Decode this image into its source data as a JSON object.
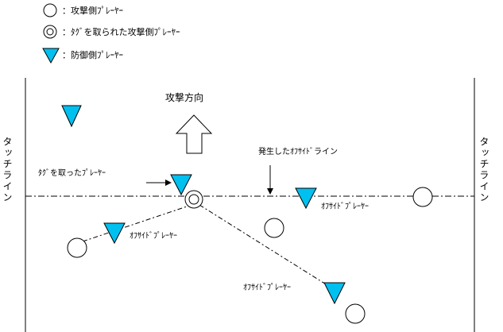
{
  "legend": {
    "attacker": "：攻撃側ﾌﾟﾚｰﾔｰ",
    "tagged_attacker": "：ﾀｸﾞを取られた攻撃側ﾌﾟﾚｰﾔｰ",
    "defender": "：防御側ﾌﾟﾚｰﾔｰ"
  },
  "field": {
    "touchline_left": "タッチライン",
    "touchline_right": "タッチライン",
    "attack_direction": "攻撃方向",
    "tag_taker": "ﾀｸﾞを取ったﾌﾟﾚｰﾔｰ",
    "offside_line": "発生したｵﾌｻｲﾄﾞライン",
    "offside_player_1": "ｵﾌｻｲﾄﾞﾌﾟﾚｰﾔｰ",
    "offside_player_2": "ｵﾌｻｲﾄﾞﾌﾟﾚｰﾔｰ",
    "offside_player_3": "ｵﾌｻｲﾄﾞﾌﾟﾚｰﾔｰ"
  },
  "colors": {
    "defender_fill": "#00c0f0",
    "line": "#000000"
  }
}
